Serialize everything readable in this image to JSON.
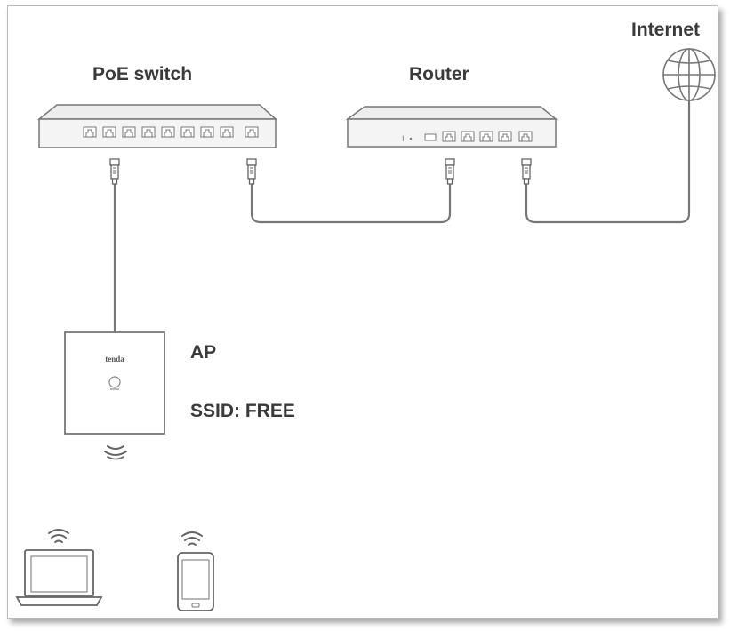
{
  "labels": {
    "internet": "Internet",
    "poe_switch": "PoE switch",
    "router": "Router",
    "ap": "AP",
    "ssid": "SSID: FREE"
  },
  "devices": {
    "ap_brand": "tenda"
  },
  "colors": {
    "line": "#777777",
    "device_fill": "#f4f4f4",
    "text": "#3a3a3a",
    "frame_border": "#b9b9b9"
  }
}
